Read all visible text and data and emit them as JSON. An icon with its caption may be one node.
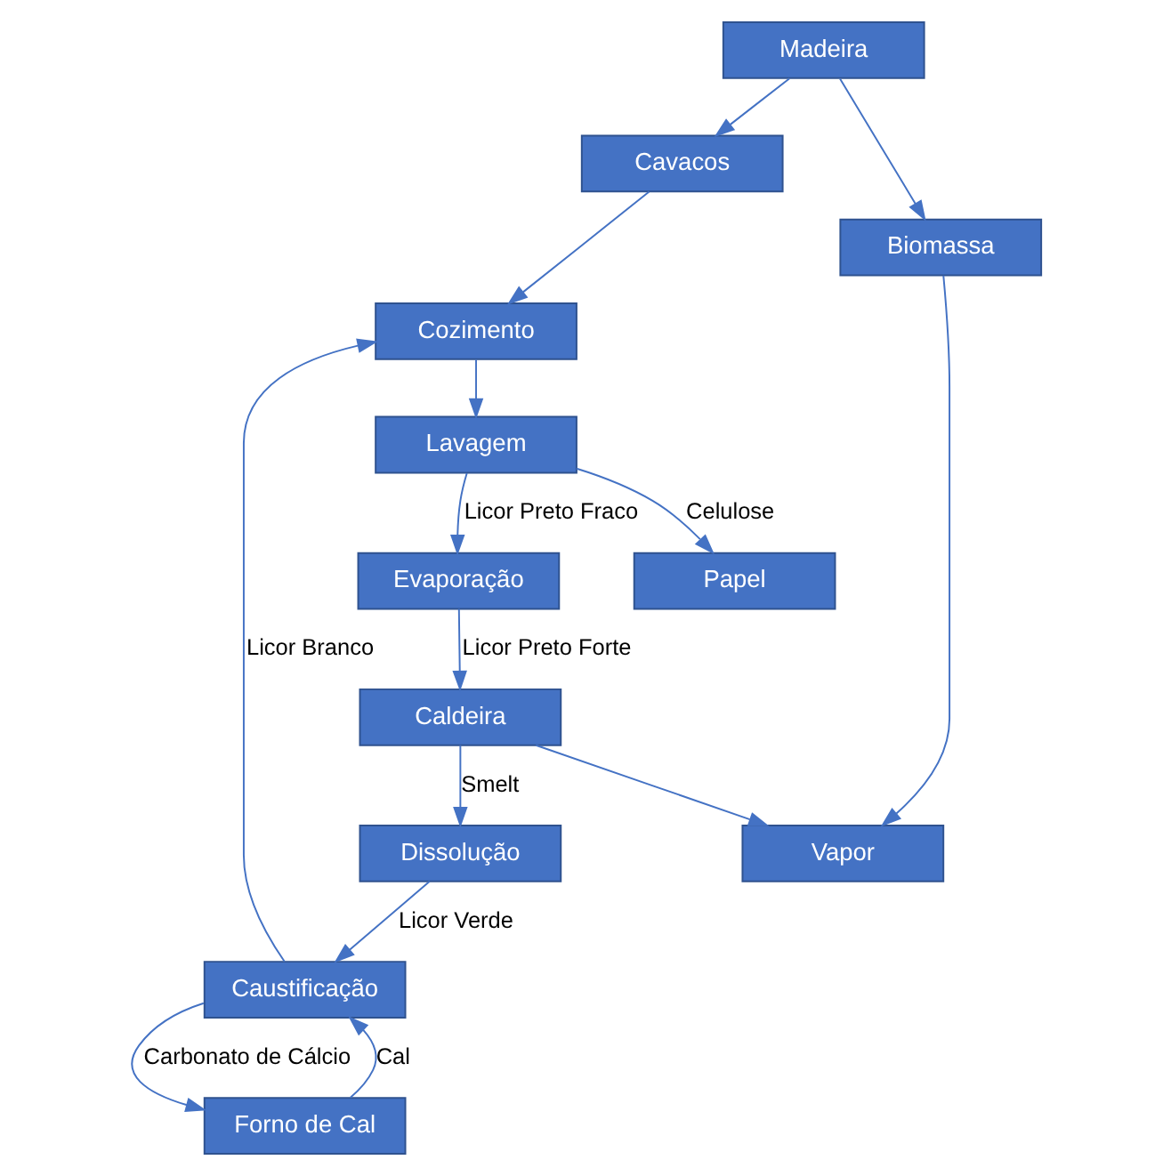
{
  "diagram": {
    "nodes": [
      {
        "text": [
          "Madeira"
        ]
      },
      {
        "text": [
          "Cavacos"
        ]
      },
      {
        "text": [
          "Biomassa"
        ]
      },
      {
        "text": [
          "Cozimento"
        ]
      },
      {
        "text": [
          "Vapor"
        ]
      },
      {
        "text": [
          "Lavagem"
        ]
      },
      {
        "text": [
          "Evaporação"
        ]
      },
      {
        "text": [
          "Papel"
        ]
      },
      {
        "text": [
          "Caldeira"
        ]
      },
      {
        "text": [
          "Dissolução"
        ]
      },
      {
        "text": [
          "Caustificação"
        ]
      },
      {
        "text": [
          "Forno de Cal"
        ]
      }
    ],
    "edges": [
      {
        "from": 0,
        "to": 1,
        "arrow": "to"
      },
      {
        "from": 0,
        "to": 2,
        "arrow": "to"
      },
      {
        "from": 1,
        "to": 3,
        "arrow": "to"
      },
      {
        "from": 2,
        "to": 4,
        "arrow": "to"
      },
      {
        "from": 3,
        "to": 5,
        "arrow": "to"
      },
      {
        "from": 5,
        "to": 7,
        "arrow": "to",
        "label": "Celulose"
      },
      {
        "from": 5,
        "to": 6,
        "arrow": "to",
        "label": "Licor Preto Fraco"
      },
      {
        "from": 6,
        "to": 8,
        "arrow": "to",
        "label": "Licor Preto Forte"
      },
      {
        "from": 8,
        "to": 4,
        "arrow": "to"
      },
      {
        "from": 8,
        "to": 9,
        "arrow": "to",
        "label": "Smelt"
      },
      {
        "from": 9,
        "to": 10,
        "arrow": "to",
        "label": "Licor Verde"
      },
      {
        "from": 11,
        "to": 10,
        "arrow": "to",
        "label": "Cal"
      },
      {
        "from": 10,
        "to": 11,
        "arrow": "to",
        "label": "Carbonato de Cálcio"
      },
      {
        "from": 10,
        "to": 3,
        "arrow": "to",
        "label": "Licor Branco"
      }
    ]
  }
}
